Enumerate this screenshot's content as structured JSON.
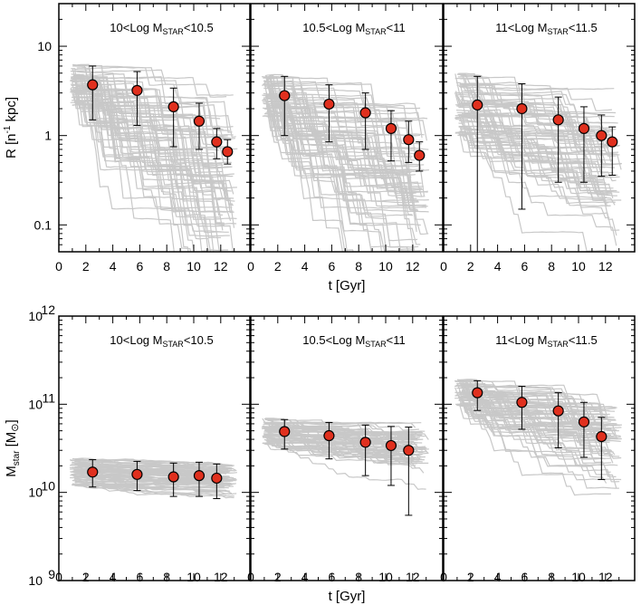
{
  "figure": {
    "colors": {
      "tracks": "#c8c8c8",
      "points": "#e0301e",
      "frame": "#000000",
      "errorbars": "#000000"
    }
  },
  "chart_data": [
    {
      "type": "scatter",
      "row": "top",
      "title_main": "10<Log M",
      "title_sub": "STAR",
      "title_tail": "<10.5",
      "xlabel": "t [Gyr]",
      "ylabel": "R [n",
      "ylabel_sup": "-1",
      "ylabel_tail": " kpc]",
      "xlim": [
        0,
        13.5
      ],
      "ylim": [
        0.05,
        30
      ],
      "yscale": "log",
      "xticks": [
        "0",
        "2",
        "4",
        "6",
        "8",
        "10",
        "12"
      ],
      "yticks": [
        "0.1",
        "1",
        "10"
      ],
      "background_tracks": "many grey evolutionary tracks",
      "points": [
        {
          "x": 2.5,
          "y": 3.7,
          "lo": 1.5,
          "hi": 6.0
        },
        {
          "x": 5.8,
          "y": 3.2,
          "lo": 1.3,
          "hi": 5.2
        },
        {
          "x": 8.5,
          "y": 2.1,
          "lo": 0.75,
          "hi": 3.4
        },
        {
          "x": 10.4,
          "y": 1.45,
          "lo": 0.7,
          "hi": 2.3
        },
        {
          "x": 11.7,
          "y": 0.85,
          "lo": 0.55,
          "hi": 1.2
        },
        {
          "x": 12.5,
          "y": 0.66,
          "lo": 0.48,
          "hi": 0.9
        }
      ]
    },
    {
      "type": "scatter",
      "row": "top",
      "title_main": "10.5<Log M",
      "title_sub": "STAR",
      "title_tail": "<11",
      "xlabel": "t [Gyr]",
      "xlim": [
        0,
        13.5
      ],
      "ylim": [
        0.05,
        30
      ],
      "yscale": "log",
      "xticks": [
        "0",
        "2",
        "4",
        "6",
        "8",
        "10",
        "12"
      ],
      "points": [
        {
          "x": 2.5,
          "y": 2.8,
          "lo": 1.0,
          "hi": 4.6
        },
        {
          "x": 5.8,
          "y": 2.25,
          "lo": 0.85,
          "hi": 3.7
        },
        {
          "x": 8.5,
          "y": 1.8,
          "lo": 0.7,
          "hi": 3.0
        },
        {
          "x": 10.4,
          "y": 1.2,
          "lo": 0.52,
          "hi": 1.9
        },
        {
          "x": 11.7,
          "y": 0.9,
          "lo": 0.5,
          "hi": 1.45
        },
        {
          "x": 12.5,
          "y": 0.6,
          "lo": 0.4,
          "hi": 0.85
        }
      ]
    },
    {
      "type": "scatter",
      "row": "top",
      "title_main": "11<Log M",
      "title_sub": "STAR",
      "title_tail": "<11.5",
      "xlabel": "t [Gyr]",
      "xlim": [
        0,
        13.5
      ],
      "ylim": [
        0.05,
        30
      ],
      "yscale": "log",
      "xticks": [
        "0",
        "2",
        "4",
        "6",
        "8",
        "10",
        "12"
      ],
      "points": [
        {
          "x": 2.5,
          "y": 2.2,
          "lo": 0.05,
          "hi": 4.6
        },
        {
          "x": 5.8,
          "y": 2.0,
          "lo": 0.15,
          "hi": 3.8
        },
        {
          "x": 8.5,
          "y": 1.5,
          "lo": 0.3,
          "hi": 2.7
        },
        {
          "x": 10.4,
          "y": 1.2,
          "lo": 0.3,
          "hi": 2.1
        },
        {
          "x": 11.7,
          "y": 1.0,
          "lo": 0.35,
          "hi": 1.7
        },
        {
          "x": 12.5,
          "y": 0.85,
          "lo": 0.36,
          "hi": 1.25
        }
      ]
    },
    {
      "type": "scatter",
      "row": "bottom",
      "title_main": "10<Log M",
      "title_sub": "STAR",
      "title_tail": "<10.5",
      "xlabel": "t [Gyr]",
      "ylabel": "M",
      "ylabel_sub": "star",
      "ylabel_tail": " [M",
      "ylabel_sun": "⊙",
      "ylabel_end": "]",
      "xlim": [
        0,
        13.5
      ],
      "ylim": [
        1000000000.0,
        1000000000000.0
      ],
      "yscale": "log",
      "xticks": [
        "0",
        "2",
        "4",
        "6",
        "8",
        "10",
        "12"
      ],
      "yticks": [
        {
          "base": "10",
          "exp": "9"
        },
        {
          "base": "10",
          "exp": "10"
        },
        {
          "base": "10",
          "exp": "11"
        },
        {
          "base": "10",
          "exp": "12"
        }
      ],
      "points": [
        {
          "x": 2.5,
          "y": 17000000000.0,
          "lo": 11500000000.0,
          "hi": 23500000000.0
        },
        {
          "x": 5.8,
          "y": 16000000000.0,
          "lo": 10500000000.0,
          "hi": 22500000000.0
        },
        {
          "x": 8.5,
          "y": 15000000000.0,
          "lo": 9000000000.0,
          "hi": 21500000000.0
        },
        {
          "x": 10.4,
          "y": 15500000000.0,
          "lo": 9000000000.0,
          "hi": 22000000000.0
        },
        {
          "x": 11.7,
          "y": 14500000000.0,
          "lo": 8500000000.0,
          "hi": 21000000000.0
        }
      ]
    },
    {
      "type": "scatter",
      "row": "bottom",
      "title_main": "10.5<Log M",
      "title_sub": "STAR",
      "title_tail": "<11",
      "xlabel": "t [Gyr]",
      "xlim": [
        0,
        13.5
      ],
      "ylim": [
        1000000000.0,
        1000000000000.0
      ],
      "yscale": "log",
      "xticks": [
        "0",
        "2",
        "4",
        "6",
        "8",
        "10",
        "12"
      ],
      "points": [
        {
          "x": 2.5,
          "y": 49000000000.0,
          "lo": 31000000000.0,
          "hi": 67000000000.0
        },
        {
          "x": 5.8,
          "y": 44000000000.0,
          "lo": 24000000000.0,
          "hi": 62000000000.0
        },
        {
          "x": 8.5,
          "y": 37000000000.0,
          "lo": 15500000000.0,
          "hi": 58000000000.0
        },
        {
          "x": 10.4,
          "y": 34000000000.0,
          "lo": 12000000000.0,
          "hi": 56000000000.0
        },
        {
          "x": 11.7,
          "y": 30000000000.0,
          "lo": 5500000000.0,
          "hi": 55000000000.0
        }
      ]
    },
    {
      "type": "scatter",
      "row": "bottom",
      "title_main": "11<Log M",
      "title_sub": "STAR",
      "title_tail": "<11.5",
      "xlabel": "t [Gyr]",
      "xlim": [
        0,
        13.5
      ],
      "ylim": [
        1000000000.0,
        1000000000000.0
      ],
      "yscale": "log",
      "xticks": [
        "0",
        "2",
        "4",
        "6",
        "8",
        "10",
        "12"
      ],
      "points": [
        {
          "x": 2.5,
          "y": 135000000000.0,
          "lo": 85000000000.0,
          "hi": 185000000000.0
        },
        {
          "x": 5.8,
          "y": 105000000000.0,
          "lo": 52000000000.0,
          "hi": 160000000000.0
        },
        {
          "x": 8.5,
          "y": 84000000000.0,
          "lo": 32000000000.0,
          "hi": 135000000000.0
        },
        {
          "x": 10.4,
          "y": 63000000000.0,
          "lo": 25000000000.0,
          "hi": 105000000000.0
        },
        {
          "x": 11.7,
          "y": 43000000000.0,
          "lo": 14000000000.0,
          "hi": 71000000000.0
        }
      ]
    }
  ]
}
